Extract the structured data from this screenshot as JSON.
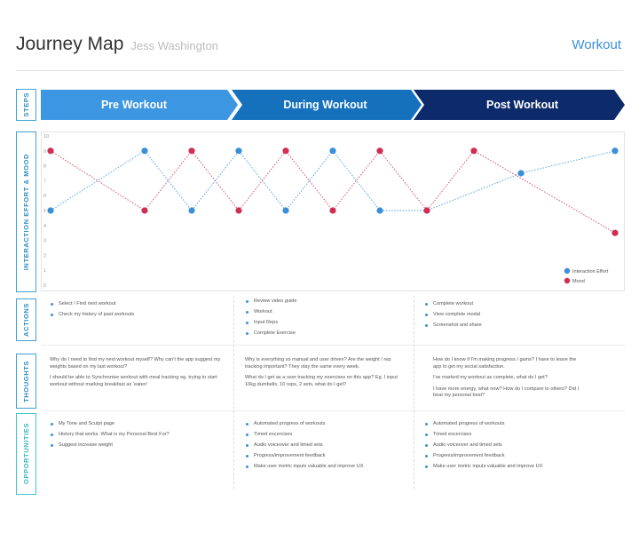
{
  "header": {
    "title": "Journey Map",
    "subtitle": "Jess Washington",
    "workout_label": "Workout"
  },
  "row_labels": {
    "steps": "STEPS",
    "effort_mood": "INTERACTION EFFORT & MOOD",
    "actions": "ACTIONS",
    "thoughts": "THOUGHTS",
    "opportunities": "OPPORTUNITIES"
  },
  "steps": [
    "Pre Workout",
    "During Workout",
    "Post Workout"
  ],
  "colors": {
    "pre": "#3d96e2",
    "during": "#1671bd",
    "post": "#0d2a6a",
    "effort": "#3a8fd9",
    "mood": "#cf2f54",
    "label_border": "#3fa3d4",
    "opportunity_border": "#42c7c7"
  },
  "chart_data": {
    "type": "line",
    "ylim": [
      0,
      10
    ],
    "yticks": [
      "0",
      "1",
      "2",
      "3",
      "4",
      "5",
      "6",
      "7",
      "8",
      "9",
      "10"
    ],
    "legend_position": "bottom-right",
    "series": [
      {
        "name": "Interaction Effort",
        "points": [
          [
            0,
            5
          ],
          [
            1,
            9
          ],
          [
            1.5,
            5
          ],
          [
            2,
            9
          ],
          [
            2.5,
            5
          ],
          [
            3,
            9
          ],
          [
            3.5,
            5
          ],
          [
            4,
            5
          ],
          [
            5,
            7.5
          ],
          [
            6,
            9
          ]
        ]
      },
      {
        "name": "Mood",
        "points": [
          [
            0,
            9
          ],
          [
            1,
            5
          ],
          [
            1.5,
            9
          ],
          [
            2,
            5
          ],
          [
            2.5,
            9
          ],
          [
            3,
            5
          ],
          [
            3.5,
            9
          ],
          [
            4,
            5
          ],
          [
            4.5,
            9
          ],
          [
            6,
            3.5
          ]
        ]
      }
    ]
  },
  "actions": [
    [
      "Select / Find next workout",
      "Check my history of past workouts"
    ],
    [
      "Review video guide",
      "Workout",
      "Input Reps",
      "Complete Exercise"
    ],
    [
      "Complete workout",
      "View complete modal",
      "Screenshot and share"
    ]
  ],
  "thoughts": [
    [
      "Why do I need to find my next workout myself? Why can't the app suggest my weights based on my last workout?",
      "I should be able to Synchronise workout with meal tracking eg. trying to start workout without marking breakfast as 'eaten'"
    ],
    [
      "Why is everything so manual and user driven? Are the weight / rep tracking important? They stay the same every week.",
      "What do I get as a user tracking my exercises on this app? Eg. I input 10kg dumbells, 10 reps, 2 sets, what do I get?"
    ],
    [
      "How do I know if I'm making progress / gains? I have to leave the app to get my social satisfaction.",
      "I've marked my workout as complete, what do I get?",
      "I have more energy, what now? How do I compare to others? Did I beat my personal best?"
    ]
  ],
  "opportunities": [
    [
      "My Tone and Sculpt page",
      "History that works. What is my Personal Best For?",
      "Suggest increase weight"
    ],
    [
      "Automated progress of workouts",
      "Timed excercises",
      "Audio voiceover and timed sets",
      "Progress/improvement feedback",
      "Make user metric inputs valuable and improve UX"
    ],
    [
      "Automated progress of workouts",
      "Timed excercises",
      "Audio voiceover and timed sets",
      "Progress/improvement feedback",
      "Make user metric inputs valuable and improve UX"
    ]
  ]
}
